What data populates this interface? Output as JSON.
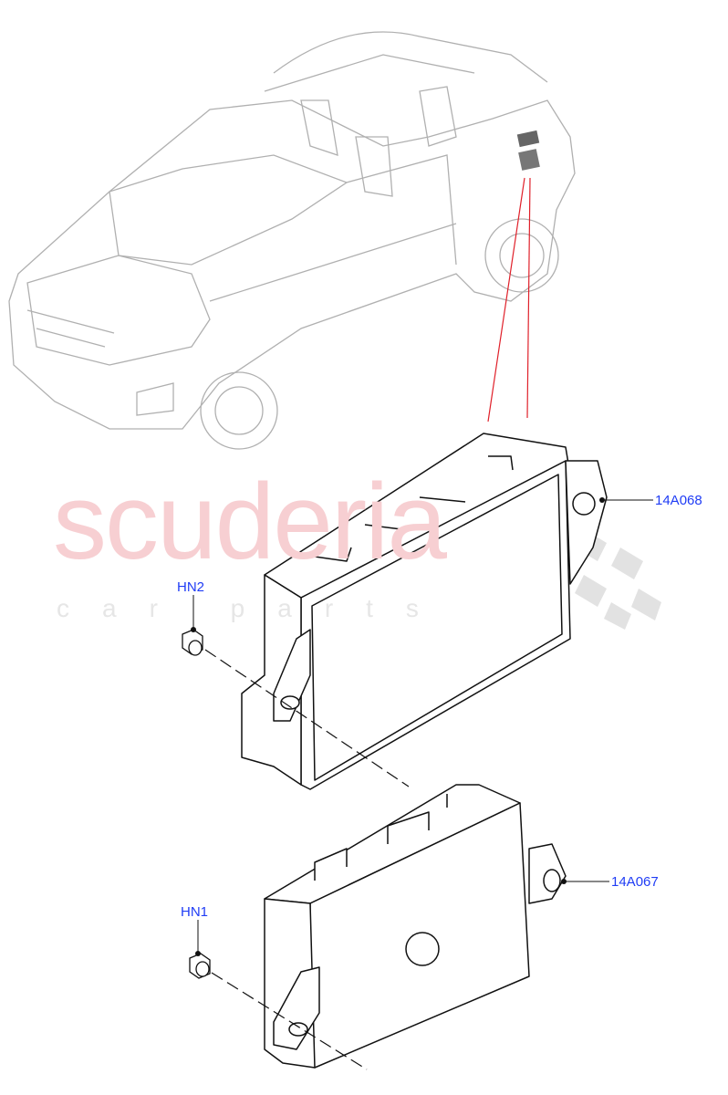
{
  "watermark": {
    "brand": "scuderia",
    "sub": "car parts"
  },
  "callouts": [
    {
      "id": "14A068",
      "label": "14A068"
    },
    {
      "id": "HN2",
      "label": "HN2"
    },
    {
      "id": "14A067",
      "label": "14A067"
    },
    {
      "id": "HN1",
      "label": "HN1"
    }
  ],
  "colors": {
    "label": "#1f3cf5",
    "leader_red": "#e0202a",
    "car_outline": "#b0b0b0",
    "part_outline": "#111111"
  }
}
